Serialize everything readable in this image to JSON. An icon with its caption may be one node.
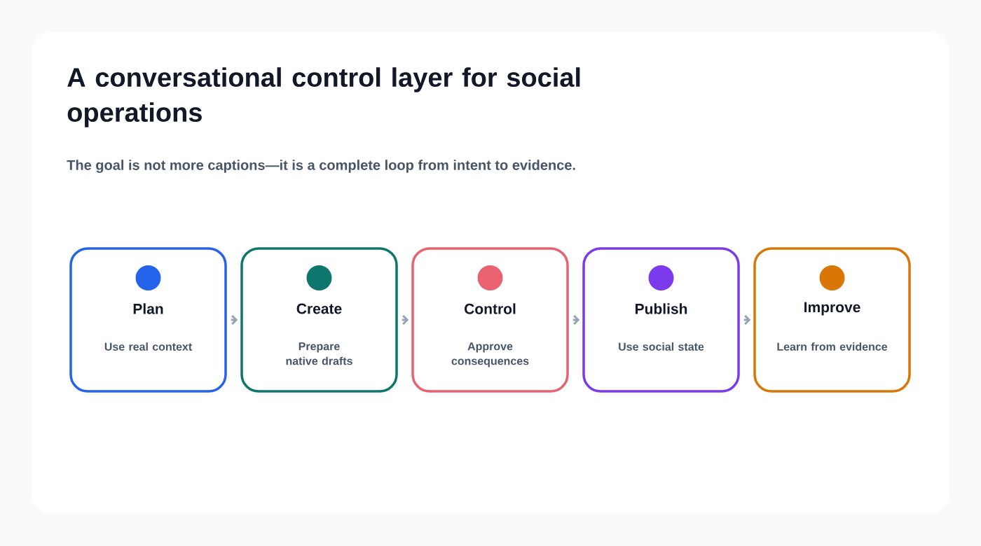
{
  "diagram": {
    "title": "A conversational control layer for social operations",
    "caption": "The goal is not more captions—it is a complete loop from intent to evidence.",
    "nodes": [
      {
        "text": [
          "Plan",
          "Use real context"
        ]
      },
      {
        "text": [
          "Create",
          "Prepare native drafts"
        ]
      },
      {
        "text": [
          "Control",
          "Approve consequences"
        ]
      },
      {
        "text": [
          "Publish",
          "Use social state"
        ]
      },
      {
        "text": [
          "Improve",
          "Learn from evidence"
        ]
      }
    ],
    "edges": [
      {
        "from": 0,
        "to": 1,
        "arrow": "to"
      },
      {
        "from": 1,
        "to": 2,
        "arrow": "to"
      },
      {
        "from": 2,
        "to": 3,
        "arrow": "to"
      },
      {
        "from": 3,
        "to": 4,
        "arrow": "to"
      }
    ]
  }
}
